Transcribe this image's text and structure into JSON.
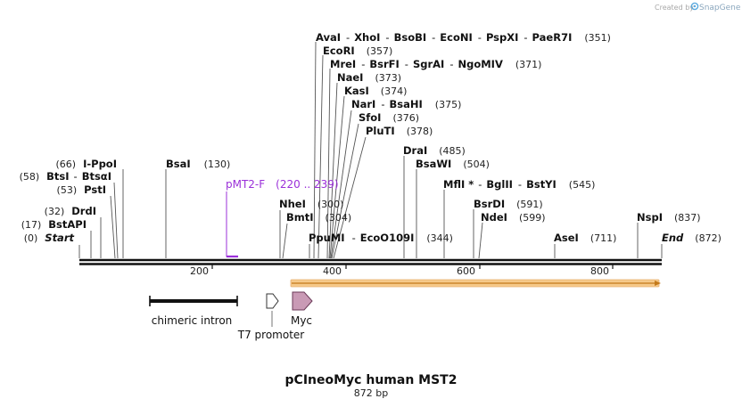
{
  "credit": {
    "prefix": "Created by",
    "brand": "SnapGene"
  },
  "map": {
    "title": "pCIneoMyc human MST2",
    "subtitle": "872 bp",
    "length_bp": 872,
    "ticks": [
      "200",
      "400",
      "600",
      "800"
    ],
    "sites": [
      {
        "id": "start",
        "name": "Start",
        "pos": "(0)",
        "italic": true
      },
      {
        "id": "bstapi",
        "name": "BstAPI",
        "pos": "(17)"
      },
      {
        "id": "drdi",
        "name": "DrdI",
        "pos": "(32)"
      },
      {
        "id": "psti",
        "name": "PstI",
        "pos": "(53)"
      },
      {
        "id": "btsi",
        "name": "BtsI",
        "name2": "BtsαI",
        "pos": "(58)"
      },
      {
        "id": "i-ppoi",
        "name": "I-PpoI",
        "pos": "(66)"
      },
      {
        "id": "bsai",
        "name": "BsaI",
        "pos": "(130)"
      },
      {
        "id": "nhei",
        "name": "NheI",
        "pos": "(300)"
      },
      {
        "id": "bmti",
        "name": "BmtI",
        "pos": "(304)"
      },
      {
        "id": "ppumi",
        "name": "PpuMI",
        "name2": "EcoO109I",
        "pos": "(344)"
      },
      {
        "id": "avai",
        "names": [
          "AvaI",
          "XhoI",
          "BsoBI",
          "EcoNI",
          "PspXI",
          "PaeR7I"
        ],
        "pos": "(351)"
      },
      {
        "id": "ecori",
        "name": "EcoRI",
        "pos": "(357)"
      },
      {
        "id": "mrei",
        "names": [
          "MreI",
          "BsrFI",
          "SgrAI",
          "NgoMIV"
        ],
        "pos": "(371)"
      },
      {
        "id": "naei",
        "name": "NaeI",
        "pos": "(373)"
      },
      {
        "id": "kasi",
        "name": "KasI",
        "pos": "(374)"
      },
      {
        "id": "nari",
        "name": "NarI",
        "name2": "BsaHI",
        "pos": "(375)"
      },
      {
        "id": "sfoi",
        "name": "SfoI",
        "pos": "(376)"
      },
      {
        "id": "pluti",
        "name": "PluTI",
        "pos": "(378)"
      },
      {
        "id": "drai",
        "name": "DraI",
        "pos": "(485)"
      },
      {
        "id": "bsawi",
        "name": "BsaWI",
        "pos": "(504)"
      },
      {
        "id": "mfli",
        "name": "MflI *",
        "names_rest": [
          "BglII",
          "BstYI"
        ],
        "pos": "(545)"
      },
      {
        "id": "bsrdi",
        "name": "BsrDI",
        "pos": "(591)"
      },
      {
        "id": "ndei",
        "name": "NdeI",
        "pos": "(599)"
      },
      {
        "id": "asei",
        "name": "AseI",
        "pos": "(711)"
      },
      {
        "id": "nspi",
        "name": "NspI",
        "pos": "(837)"
      },
      {
        "id": "end",
        "name": "End",
        "pos": "(872)",
        "italic": true
      }
    ],
    "primer": {
      "name": "pMT2-F",
      "range": "(220 .. 239)"
    },
    "features": {
      "intron": "chimeric intron",
      "t7": "T7 promoter",
      "myc": "Myc"
    }
  },
  "colors": {
    "primer": "#9b30d9",
    "myc_fill": "#c99ab5",
    "orf_fill": "#f6c98a",
    "orf_stroke": "#c47a1b",
    "backbone": "#111111"
  }
}
